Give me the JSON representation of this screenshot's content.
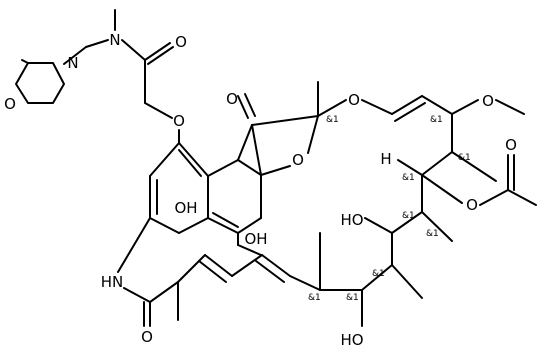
{
  "atom_labels": {
    "o_morph": "O",
    "n_morph": "N",
    "n_amide": "N",
    "o_amide": "O",
    "o_ether": "O",
    "o_ketone": "O",
    "o_furan": "O",
    "o_enol": "O",
    "o_methoxy": "O",
    "o_acetyl_dbl": "O",
    "o_acetyl_ester": "O",
    "oh_naph_1": "OH",
    "oh_naph_2": "OH",
    "oh_chain_1": "HO",
    "oh_chain_2": "HO",
    "nh": "HN",
    "o_lactam": "O",
    "h_atom": "H"
  },
  "stereo_label": "&1"
}
